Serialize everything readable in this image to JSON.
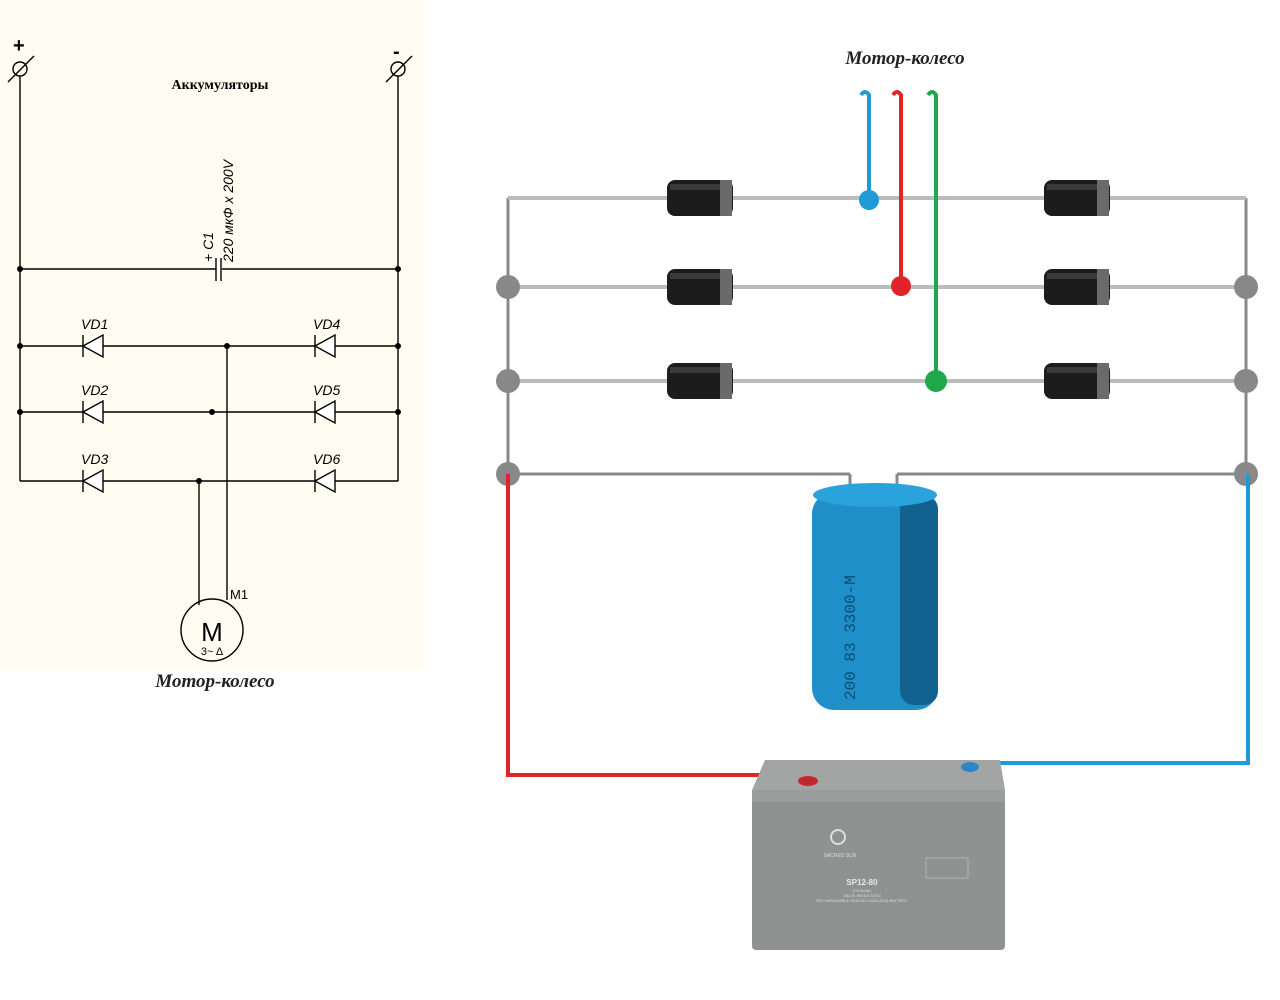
{
  "schematic": {
    "plus": "+",
    "minus": "-",
    "batteries_label": "Аккумуляторы",
    "capacitor_ref": "+ C1",
    "capacitor_value": "220 мкФ х 200V",
    "diodes": [
      "VD1",
      "VD2",
      "VD3",
      "VD4",
      "VD5",
      "VD6"
    ],
    "motor_ref": "M1",
    "motor_symbol": "M",
    "motor_type": "3~ Δ",
    "motor_caption": "Мотор-колесо"
  },
  "wiring": {
    "title": "Мотор-колесо",
    "phase_colors": [
      "#1e9ad6",
      "#e0242b",
      "#1fa84a"
    ],
    "rail_color": "#888888",
    "capacitor_print": "200 83  3300-M",
    "battery": {
      "brand": "SACRED SUN",
      "model": "SP12-80",
      "rating": "(12V80Ah)",
      "type_line1": "VALVE REGULATED",
      "type_line2": "RECHARGEABLE SEALED LEAD-ACID BATTERY"
    }
  }
}
